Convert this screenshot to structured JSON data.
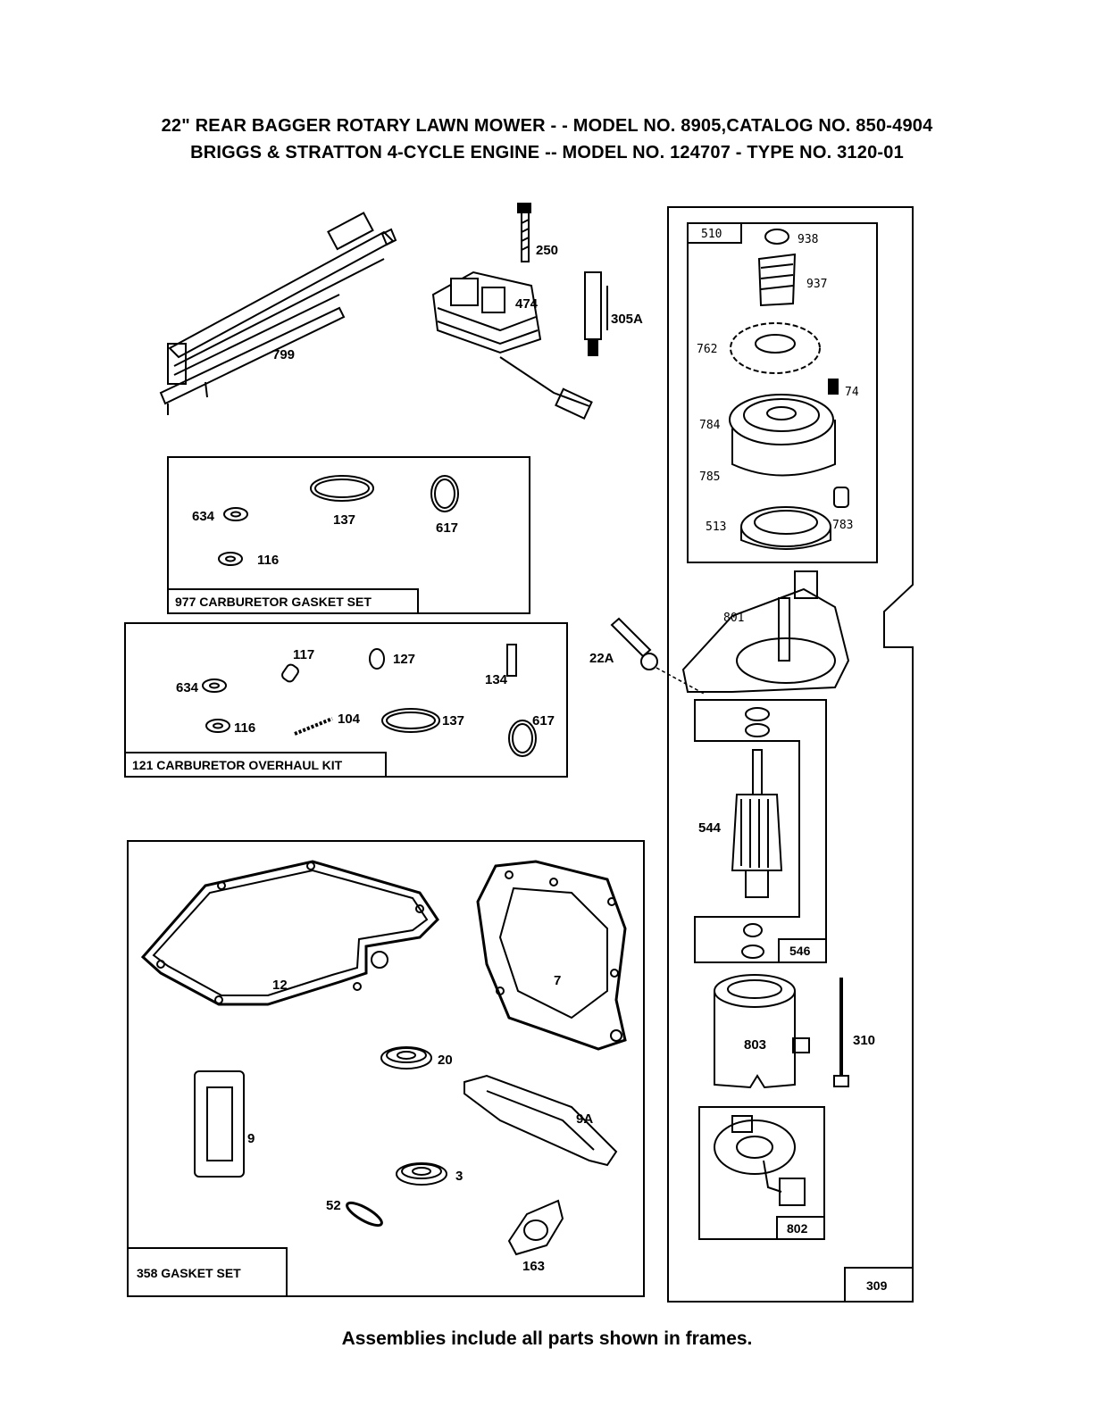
{
  "header": {
    "line1": "22\" REAR BAGGER ROTARY LAWN MOWER - - MODEL NO. 8905,CATALOG NO. 850-4904",
    "line2": "BRIGGS & STRATTON 4-CYCLE ENGINE -- MODEL NO. 124707 - TYPE NO. 3120-01"
  },
  "footer": "Assemblies include all parts shown in frames.",
  "frames": {
    "gasket_set_977": "977  CARBURETOR GASKET SET",
    "overhaul_kit_121": "121  CARBURETOR OVERHAUL KIT",
    "gasket_set_358": "358  GASKET SET",
    "starter_510": "510",
    "starter_546": "546",
    "starter_802": "802",
    "starter_309": "309"
  },
  "parts": {
    "p799": "799",
    "p250": "250",
    "p474": "474",
    "p305A": "305A",
    "p634a": "634",
    "p137a": "137",
    "p617a": "617",
    "p116a": "116",
    "p117": "117",
    "p127": "127",
    "p134": "134",
    "p634b": "634",
    "p116b": "116",
    "p104": "104",
    "p137b": "137",
    "p617b": "617",
    "p22A": "22A",
    "p12": "12",
    "p7": "7",
    "p20": "20",
    "p9": "9",
    "p9A": "9A",
    "p3": "3",
    "p52": "52",
    "p163": "163",
    "p938": "938",
    "p937": "937",
    "p762": "762",
    "p74": "74",
    "p784": "784",
    "p785": "785",
    "p513": "513",
    "p783": "783",
    "p801": "801",
    "p544": "544",
    "p803": "803",
    "p310": "310"
  }
}
